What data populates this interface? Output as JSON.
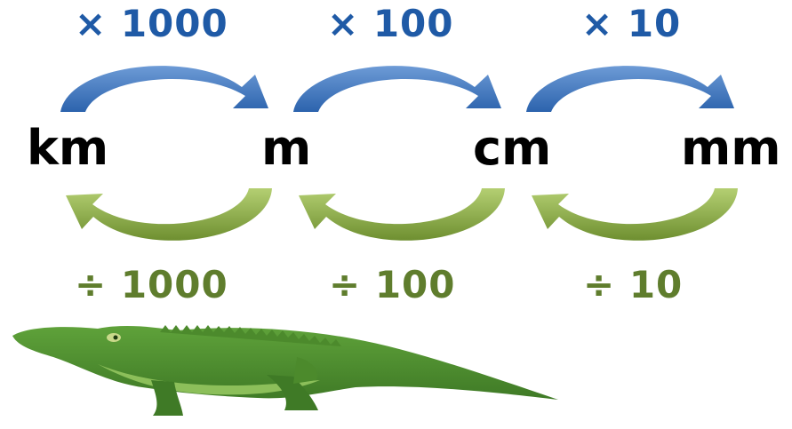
{
  "units": [
    "km",
    "m",
    "cm",
    "mm"
  ],
  "multiply_labels": [
    "× 1000",
    "× 100",
    "× 10"
  ],
  "divide_labels": [
    "÷ 1000",
    "÷ 100",
    "÷ 10"
  ],
  "colors": {
    "multiply": "#1f5aa6",
    "multiply_arrow": "#4a7fc1",
    "divide": "#5f7d2d",
    "divide_arrow": "#8fae4a",
    "unit_text": "#000000",
    "crocodile": "#4f8f2f"
  },
  "illustration": {
    "icon": "crocodile-icon"
  }
}
